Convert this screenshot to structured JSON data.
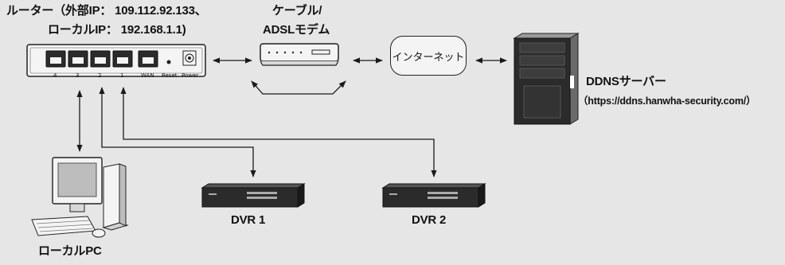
{
  "router": {
    "label_line1": "ルーター（外部IP： 109.112.92.133、",
    "label_line2": "ローカルIP： 192.168.1.1)",
    "ports": [
      "4",
      "3",
      "2",
      "1",
      "WAN",
      "Reset",
      "Power"
    ]
  },
  "modem": {
    "label_line1": "ケーブル/",
    "label_line2": "ADSLモデム"
  },
  "internet": {
    "label": "インターネット"
  },
  "ddns_server": {
    "label": "DDNSサーバー",
    "url": "（https://ddns.hanwha-security.com/）"
  },
  "local_pc": {
    "label": "ローカルPC"
  },
  "dvr1": {
    "label": "DVR 1"
  },
  "dvr2": {
    "label": "DVR 2"
  },
  "colors": {
    "background": "#e6e6e6",
    "device_dark": "#2b2b2b",
    "device_light": "#f4f4f4",
    "line": "#1a1a1a"
  }
}
